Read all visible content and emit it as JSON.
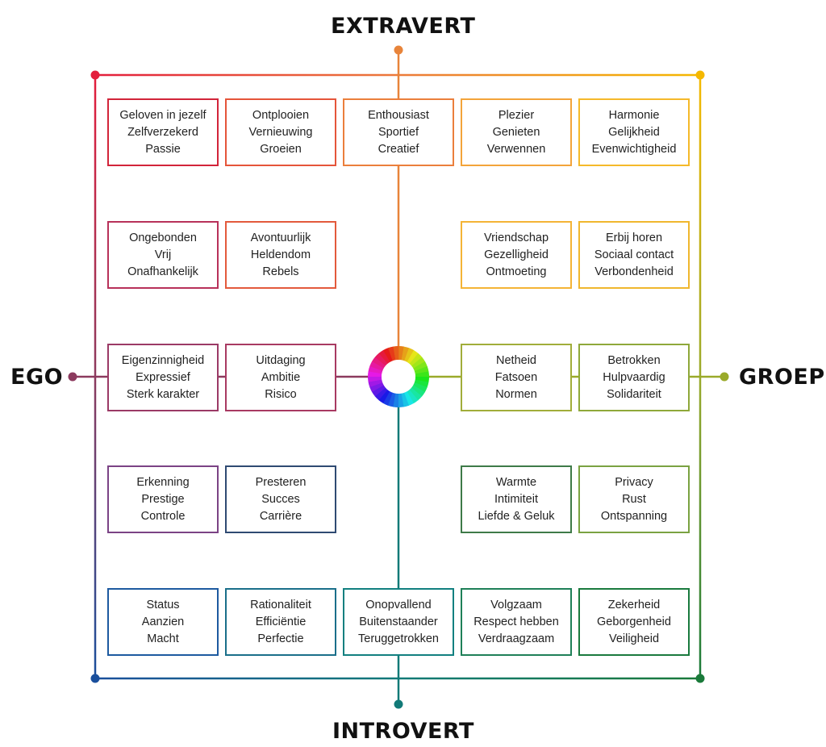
{
  "axes": {
    "top": "EXTRAVERT",
    "bottom": "INTROVERT",
    "left": "EGO",
    "right": "GROEP"
  },
  "colors": {
    "frame_top_left": "#e31e3c",
    "frame_top_right": "#f5b800",
    "frame_bottom_left": "#1a4f9c",
    "frame_bottom_right": "#1a7a3a",
    "axis_top": "#e8843a",
    "axis_bottom": "#127a78",
    "axis_left": "#8c3a5e",
    "axis_right": "#9aaa2a"
  },
  "boxes": [
    {
      "id": "r0c0",
      "row": 0,
      "col": 0,
      "color": "#d2243a",
      "lines": [
        "Geloven in jezelf",
        "Zelfverzekerd",
        "Passie"
      ]
    },
    {
      "id": "r0c1",
      "row": 0,
      "col": 1,
      "color": "#e5553a",
      "lines": [
        "Ontplooien",
        "Vernieuwing",
        "Groeien"
      ]
    },
    {
      "id": "r0c2",
      "row": 0,
      "col": 2,
      "color": "#eb7f3c",
      "lines": [
        "Enthousiast",
        "Sportief",
        "Creatief"
      ]
    },
    {
      "id": "r0c3",
      "row": 0,
      "col": 3,
      "color": "#f3a43a",
      "lines": [
        "Plezier",
        "Genieten",
        "Verwennen"
      ]
    },
    {
      "id": "r0c4",
      "row": 0,
      "col": 4,
      "color": "#f5b92a",
      "lines": [
        "Harmonie",
        "Gelijkheid",
        "Evenwichtigheid"
      ]
    },
    {
      "id": "r1c0",
      "row": 1,
      "col": 0,
      "color": "#b8315a",
      "lines": [
        "Ongebonden",
        "Vrij",
        "Onafhankelijk"
      ]
    },
    {
      "id": "r1c1",
      "row": 1,
      "col": 1,
      "color": "#e35a3c",
      "lines": [
        "Avontuurlijk",
        "Heldendom",
        "Rebels"
      ]
    },
    {
      "id": "r1c3",
      "row": 1,
      "col": 3,
      "color": "#f4b436",
      "lines": [
        "Vriendschap",
        "Gezelligheid",
        "Ontmoeting"
      ]
    },
    {
      "id": "r1c4",
      "row": 1,
      "col": 4,
      "color": "#f0b72e",
      "lines": [
        "Erbij horen",
        "Sociaal contact",
        "Verbondenheid"
      ]
    },
    {
      "id": "r2c0",
      "row": 2,
      "col": 0,
      "color": "#9b3a66",
      "lines": [
        "Eigenzinnigheid",
        "Expressief",
        "Sterk karakter"
      ]
    },
    {
      "id": "r2c1",
      "row": 2,
      "col": 1,
      "color": "#a83a62",
      "lines": [
        "Uitdaging",
        "Ambitie",
        "Risico"
      ]
    },
    {
      "id": "r2c3",
      "row": 2,
      "col": 3,
      "color": "#a1ad3a",
      "lines": [
        "Netheid",
        "Fatsoen",
        "Normen"
      ]
    },
    {
      "id": "r2c4",
      "row": 2,
      "col": 4,
      "color": "#8fa83a",
      "lines": [
        "Betrokken",
        "Hulpvaardig",
        "Solidariteit"
      ]
    },
    {
      "id": "r3c0",
      "row": 3,
      "col": 0,
      "color": "#7b4385",
      "lines": [
        "Erkenning",
        "Prestige",
        "Controle"
      ]
    },
    {
      "id": "r3c1",
      "row": 3,
      "col": 1,
      "color": "#2f4a72",
      "lines": [
        "Presteren",
        "Succes",
        "Carrière"
      ]
    },
    {
      "id": "r3c3",
      "row": 3,
      "col": 3,
      "color": "#3e7a48",
      "lines": [
        "Warmte",
        "Intimiteit",
        "Liefde & Geluk"
      ]
    },
    {
      "id": "r3c4",
      "row": 3,
      "col": 4,
      "color": "#7aa242",
      "lines": [
        "Privacy",
        "Rust",
        "Ontspanning"
      ]
    },
    {
      "id": "r4c0",
      "row": 4,
      "col": 0,
      "color": "#1d5aa0",
      "lines": [
        "Status",
        "Aanzien",
        "Macht"
      ]
    },
    {
      "id": "r4c1",
      "row": 4,
      "col": 1,
      "color": "#1a6f8a",
      "lines": [
        "Rationaliteit",
        "Efficiëntie",
        "Perfectie"
      ]
    },
    {
      "id": "r4c2",
      "row": 4,
      "col": 2,
      "color": "#128080",
      "lines": [
        "Onopvallend",
        "Buitenstaander",
        "Teruggetrokken"
      ]
    },
    {
      "id": "r4c3",
      "row": 4,
      "col": 3,
      "color": "#1f8058",
      "lines": [
        "Volgzaam",
        "Respect hebben",
        "Verdraagzaam"
      ]
    },
    {
      "id": "r4c4",
      "row": 4,
      "col": 4,
      "color": "#1a7a3e",
      "lines": [
        "Zekerheid",
        "Geborgenheid",
        "Veiligheid"
      ]
    }
  ],
  "icons": {
    "center": "color-wheel-icon"
  }
}
